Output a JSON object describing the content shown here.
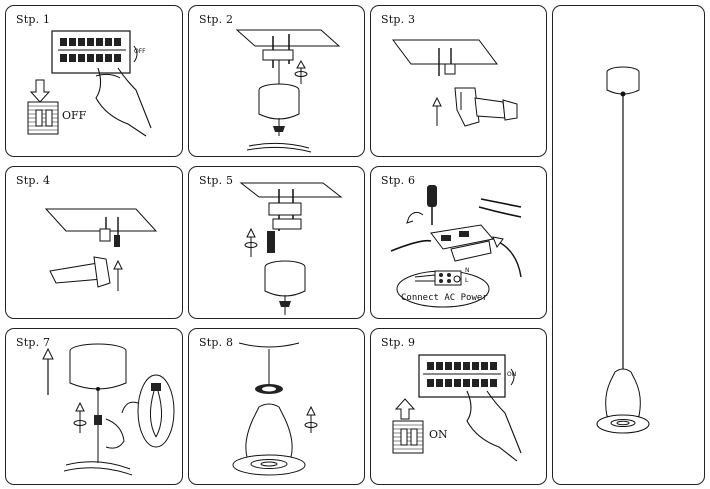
{
  "steps": [
    {
      "label": "Stp. 1",
      "annotations": {
        "switch_state": "OFF",
        "breaker_state": "OFF"
      }
    },
    {
      "label": "Stp. 2"
    },
    {
      "label": "Stp. 3"
    },
    {
      "label": "Stp. 4"
    },
    {
      "label": "Stp. 5"
    },
    {
      "label": "Stp. 6",
      "annotations": {
        "callout": "Connect AC Power",
        "terminal_n": "N",
        "terminal_l": "L"
      }
    },
    {
      "label": "Stp. 7"
    },
    {
      "label": "Stp. 8"
    },
    {
      "label": "Stp. 9",
      "annotations": {
        "switch_state": "ON",
        "breaker_state": "ON"
      }
    }
  ],
  "overview": {
    "icon": "pendant-lamp-icon"
  }
}
